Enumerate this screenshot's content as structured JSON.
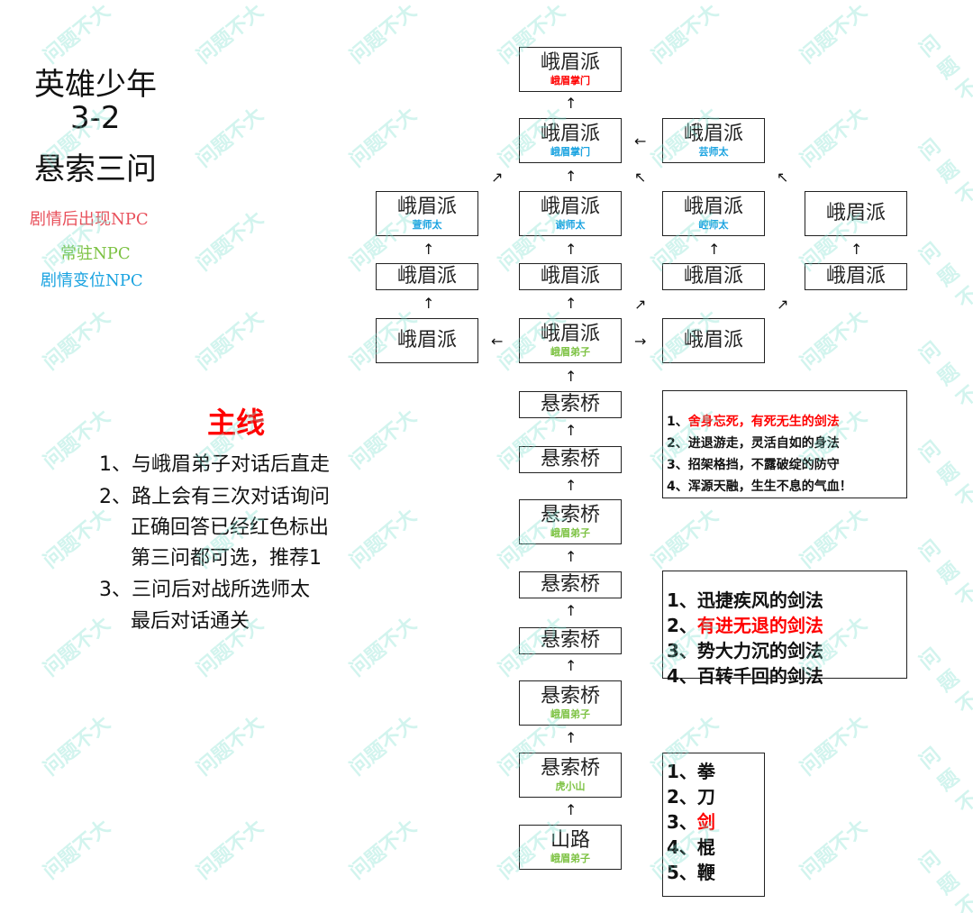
{
  "title_lines": [
    "英雄少年",
    "3-2",
    "悬索三问"
  ],
  "legend": [
    {
      "text": "剧情后出现NPC",
      "color": "#e8505b"
    },
    {
      "text": "常驻NPC",
      "color": "#7cc242"
    },
    {
      "text": "剧情变位NPC",
      "color": "#1aa3e0"
    }
  ],
  "mainline": {
    "heading": "主线",
    "steps": [
      "1、与峨眉弟子对话后直走",
      "2、路上会有三次对话询问",
      "正确回答已经红色标出",
      "第三问都可选，推荐1",
      "3、三问后对战所选师太",
      "最后对话通关"
    ]
  },
  "colors": {
    "red": "#ff0000",
    "green": "#7cc242",
    "blue": "#1aa3e0"
  },
  "nodes": [
    {
      "name": "峨眉派",
      "sub": "峨眉掌门",
      "sub_color": "red"
    },
    {
      "name": "峨眉派",
      "sub": "峨眉掌门",
      "sub_color": "blue"
    },
    {
      "name": "峨眉派",
      "sub": "芸师太",
      "sub_color": "blue"
    },
    {
      "name": "峨眉派",
      "sub": "萱师太",
      "sub_color": "blue"
    },
    {
      "name": "峨眉派",
      "sub": "谢师太",
      "sub_color": "blue"
    },
    {
      "name": "峨眉派",
      "sub": "崆师太",
      "sub_color": "blue"
    },
    {
      "name": "峨眉派",
      "sub": "",
      "sub_color": ""
    },
    {
      "name": "峨眉派",
      "sub": "",
      "sub_color": ""
    },
    {
      "name": "峨眉派",
      "sub": "",
      "sub_color": ""
    },
    {
      "name": "峨眉派",
      "sub": "",
      "sub_color": ""
    },
    {
      "name": "峨眉派",
      "sub": "",
      "sub_color": ""
    },
    {
      "name": "峨眉派",
      "sub": "",
      "sub_color": ""
    },
    {
      "name": "峨眉派",
      "sub": "峨眉弟子",
      "sub_color": "green"
    },
    {
      "name": "峨眉派",
      "sub": "",
      "sub_color": ""
    },
    {
      "name": "悬索桥",
      "sub": "",
      "sub_color": ""
    },
    {
      "name": "悬索桥",
      "sub": "",
      "sub_color": ""
    },
    {
      "name": "悬索桥",
      "sub": "峨眉弟子",
      "sub_color": "green"
    },
    {
      "name": "悬索桥",
      "sub": "",
      "sub_color": ""
    },
    {
      "name": "悬索桥",
      "sub": "",
      "sub_color": ""
    },
    {
      "name": "悬索桥",
      "sub": "峨眉弟子",
      "sub_color": "green"
    },
    {
      "name": "悬索桥",
      "sub": "虎小山",
      "sub_color": "green"
    },
    {
      "name": "山路",
      "sub": "峨眉弟子",
      "sub_color": "green"
    }
  ],
  "answers": [
    {
      "items": [
        {
          "text": "1、",
          "hl": "舍身忘死，有死无生的剑法"
        },
        {
          "text": "2、进退游走，灵活自如的身法",
          "hl": ""
        },
        {
          "text": "3、招架格挡，不露破绽的防守",
          "hl": ""
        },
        {
          "text": "4、浑源天融，生生不息的气血！",
          "hl": ""
        }
      ]
    },
    {
      "items": [
        {
          "text": "1、迅捷疾风的剑法",
          "hl": ""
        },
        {
          "text": "2、",
          "hl": "有进无退的剑法"
        },
        {
          "text": "3、势大力沉的剑法",
          "hl": ""
        },
        {
          "text": "4、百转千回的剑法",
          "hl": ""
        }
      ]
    },
    {
      "items": [
        {
          "text": "1、拳",
          "hl": ""
        },
        {
          "text": "2、刀",
          "hl": ""
        },
        {
          "text": "3、",
          "hl": "剑"
        },
        {
          "text": "4、棍",
          "hl": ""
        },
        {
          "text": "5、鞭",
          "hl": ""
        }
      ]
    }
  ],
  "watermark": "问题不大"
}
